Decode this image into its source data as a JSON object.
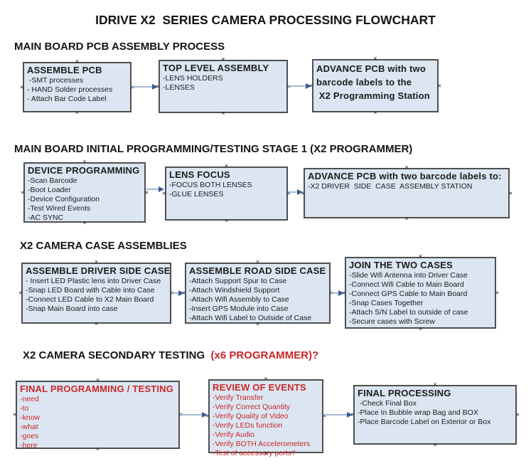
{
  "title": "IDRIVE X2  SERIES CAMERA PROCESSING FLOWCHART",
  "colors": {
    "box_fill": "#dbe6f2",
    "box_border": "#4f4f4f",
    "arrow_line": "#a3b6d2",
    "arrow_head": "#37599b",
    "red": "#cc2627",
    "text": "#1c1c1c"
  },
  "sections": [
    {
      "heading": "MAIN BOARD PCB ASSEMBLY PROCESS"
    },
    {
      "heading": "MAIN BOARD INITIAL PROGRAMMING/TESTING STAGE 1 (X2 PROGRAMMER)"
    },
    {
      "heading": "X2 CAMERA CASE ASSEMBLIES"
    },
    {
      "heading_black": "X2 CAMERA SECONDARY TESTING",
      "heading_red": "(x6 PROGRAMMER)?"
    }
  ],
  "boxes": {
    "assemble_pcb": {
      "title": "ASSEMBLE PCB",
      "items": [
        " -SMT processes",
        "- HAND Solder processes",
        "- Attach Bar Code Label"
      ]
    },
    "top_level_assembly": {
      "title": "TOP LEVEL ASSEMBLY",
      "items": [
        "-LENS HOLDERS",
        "-LENSES"
      ]
    },
    "advance_pcb_to_programming_station": {
      "items": [
        "ADVANCE PCB with two",
        "barcode labels to the",
        " X2 Programming Station"
      ]
    },
    "device_programming": {
      "title": "DEVICE PROGRAMMING",
      "items": [
        "-Scan Barcode",
        "-Boot Loader",
        "-Device Configuration",
        "-Test Wired Events",
        "-AC SYNC"
      ]
    },
    "lens_focus": {
      "title": "LENS FOCUS",
      "items": [
        "-FOCUS BOTH LENSES",
        "-GLUE LENSES"
      ]
    },
    "advance_pcb_to_driver_side": {
      "title": "ADVANCE PCB with two barcode labels to:",
      "items": [
        "-X2 DRIVER  SIDE  CASE  ASSEMBLY STATION"
      ]
    },
    "assemble_driver_side_case": {
      "title": "ASSEMBLE DRIVER SIDE CASE",
      "items": [
        "- Insert LED Plastic lens into Driver Case",
        "-Snap LED Board with Cable into Case",
        "-Connect LED Cable to X2 Main Board",
        "-Snap Main Board into case"
      ]
    },
    "assemble_road_side_case": {
      "title": "ASSEMBLE ROAD SIDE CASE",
      "items": [
        "-Attach Support Spur to Case",
        "-Attach Windshield Support",
        "-Attach Wifi Assembly to Case",
        "-Insert GPS Module into Case",
        "-Attach Wifi Label to Outside of Case"
      ]
    },
    "join_the_two_cases": {
      "title": "JOIN THE TWO CASES",
      "items": [
        "-Slide Wifi Antenna into Driver Case",
        "-Connect Wifi Cable to Main Board",
        "-Connect GPS Cable to Main Board",
        "-Snap Cases Together",
        "-Attach S/N Label to outside of case",
        "-Secure cases with Screw"
      ]
    },
    "final_programming_testing": {
      "title": "FINAL PROGRAMMING / TESTING",
      "items": [
        "-need",
        "-to",
        "-know",
        "-what",
        "-goes",
        "-here"
      ]
    },
    "review_of_events": {
      "title": "REVIEW OF EVENTS",
      "items": [
        "-Verify Transfer",
        "-Verify Correct Quantity",
        "-Verify Quality of Video",
        "-Verify LEDs function",
        "-Verify Audio",
        "-Verify BOTH Accelerometers",
        "-Test of accessory ports?"
      ]
    },
    "final_processing": {
      "title": "FINAL PROCESSING",
      "items": [
        " -Check Final Box",
        "-Place In Bubble wrap Bag and BOX",
        "-Place Barcode Label on Exterior or Box"
      ]
    }
  }
}
